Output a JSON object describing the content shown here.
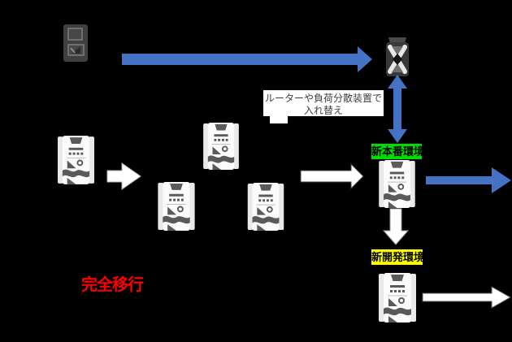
{
  "diagram": {
    "callout": {
      "line1": "ルーターや負荷分散装置で",
      "line2": "入れ替え"
    },
    "labels": {
      "new_production": "新本番環境",
      "new_development": "新開発環境",
      "red_note": "完全移行"
    },
    "colors": {
      "background": "#000000",
      "arrow_blue": "#4472C4",
      "label_green": "#00DD00",
      "label_yellow": "#FFFF00",
      "note_red": "#FF0000",
      "icon_dark": "#3f3f3f",
      "server_dark": "#5a5a5a",
      "server_light": "#fbfbfb",
      "white_arrow": "#ffffff"
    }
  }
}
